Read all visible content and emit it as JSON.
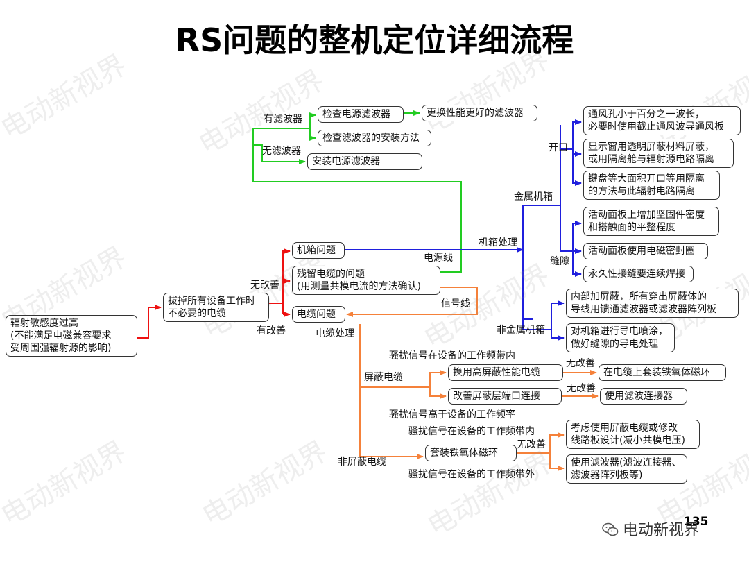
{
  "title": "RS问题的整机定位详细流程",
  "watermark": "电动新视界",
  "page_number": "135",
  "brand": "电动新视界",
  "colors": {
    "green": "#22cc22",
    "blue": "#1f1fdd",
    "red": "#ee1111",
    "orange": "#f5813a"
  },
  "nodes": {
    "root": [
      "辐射敏感度过高",
      "(不能满足电磁兼容要求",
      "受周围强辐射源的影响)"
    ],
    "unplug": [
      "拔掉所有设备工作时",
      "不必要的电缆"
    ],
    "chassis_issue": "机箱问题",
    "residual_issue": [
      "残留电缆的问题",
      "(用测量共模电流的方法确认)"
    ],
    "cable_issue": "电缆问题",
    "check_filter": "检查电源滤波器",
    "better_filter": "更换性能更好的滤波器",
    "check_install": "检查滤波器的安装方法",
    "install_filter": "安装电源滤波器",
    "vent": [
      "通风孔小于百分之一波长，",
      "必要时使用截止通风波导通风板"
    ],
    "window": [
      "显示窗用透明屏蔽材料屏蔽，",
      "或用隔离舱与辐射源电路隔离"
    ],
    "keyboard": [
      "键盘等大面积开口等用隔离",
      "的方法与此辐射电路隔离"
    ],
    "panel_fasteners": [
      "活动面板上增加坚固件密度",
      "和搭触面的平整程度"
    ],
    "panel_gasket": "活动面板使用电磁密封圈",
    "permanent_seam": "永久性接缝要连续焊接",
    "inner_shield": [
      "内部加屏蔽，所有穿出屏蔽体的",
      "导线用馈通滤波器或滤波器阵列板"
    ],
    "conductive_spray": [
      "对机箱进行导电喷涂，",
      "做好缝隙的导电处理"
    ],
    "high_shield_cable": "换用高屏蔽性能电缆",
    "ferrite_on_cable": "在电缆上套装铁氧体磁环",
    "improve_connector": "改善屏蔽层端口连接",
    "filter_connector": "使用滤波连接器",
    "ferrite_ring": "套装铁氧体磁环",
    "consider_shield": [
      "考虑使用屏蔽电缆或修改",
      "线路板设计(减小共模电压)"
    ],
    "use_filter": [
      "使用滤波器(滤波连接器、",
      "滤波器阵列板等)"
    ]
  },
  "labels": {
    "has_filter": "有滤波器",
    "no_filter": "无滤波器",
    "open": "开口",
    "metal_chassis": "金属机箱",
    "chassis_processing": "机箱处理",
    "power_line": "电源线",
    "seam": "缝隙",
    "no_improve_1": "无改善",
    "has_improve": "有改善",
    "signal_line": "信号线",
    "nonmetal_chassis": "非金属机箱",
    "cable_processing": "电缆处理",
    "interference_in_band_1": "骚扰信号在设备的工作频带内",
    "shielded_cable": "屏蔽电缆",
    "no_improve_2": "无改善",
    "no_improve_3": "无改善",
    "interference_above": "骚扰信号高于设备的工作频率",
    "interference_in_band_2": "骚扰信号在设备的工作频带内",
    "no_improve_4": "无改善",
    "nonshielded_cable": "非屏蔽电缆",
    "interference_out_band": "骚扰信号在设备的工作频带外"
  }
}
